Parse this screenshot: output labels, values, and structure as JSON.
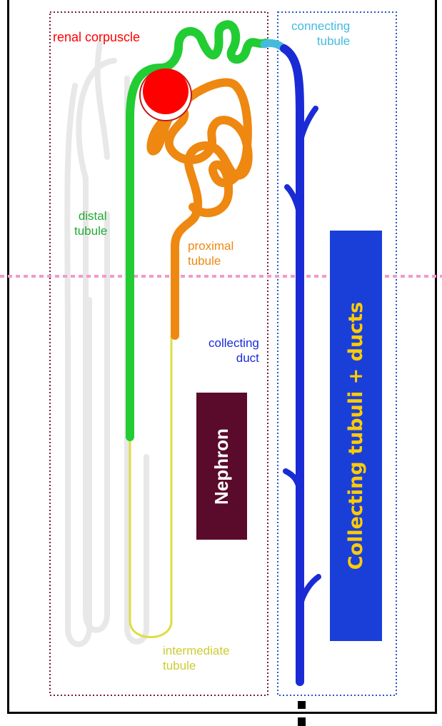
{
  "labels": {
    "renal_corpuscle": "renal corpuscle",
    "connecting_tubule_1": "connecting",
    "connecting_tubule_2": "tubule",
    "distal_tubule_1": "distal",
    "distal_tubule_2": "tubule",
    "proximal_tubule_1": "proximal",
    "proximal_tubule_2": "tubule",
    "collecting_duct_1": "collecting",
    "collecting_duct_2": "duct",
    "intermediate_tubule_1": "intermediate",
    "intermediate_tubule_2": "tubule"
  },
  "boxes": {
    "nephron": "Nephron",
    "collecting": "Collecting tubuli + ducts"
  },
  "colors": {
    "renal_corpuscle": "#ff0000",
    "distal_tubule": "#22cc33",
    "proximal_tubule": "#ee8811",
    "intermediate_tubule": "#dddd44",
    "connecting_tubule": "#44bbdd",
    "collecting_duct": "#1a2bd6",
    "nephron_box_bg": "#5a0a2a",
    "collecting_box_bg": "#1a3fd9",
    "collecting_box_text": "#ffcc00",
    "dashed_divider": "#f29bc8",
    "nephron_frame": "#7a1a3a",
    "collecting_frame": "#2a55cc"
  }
}
